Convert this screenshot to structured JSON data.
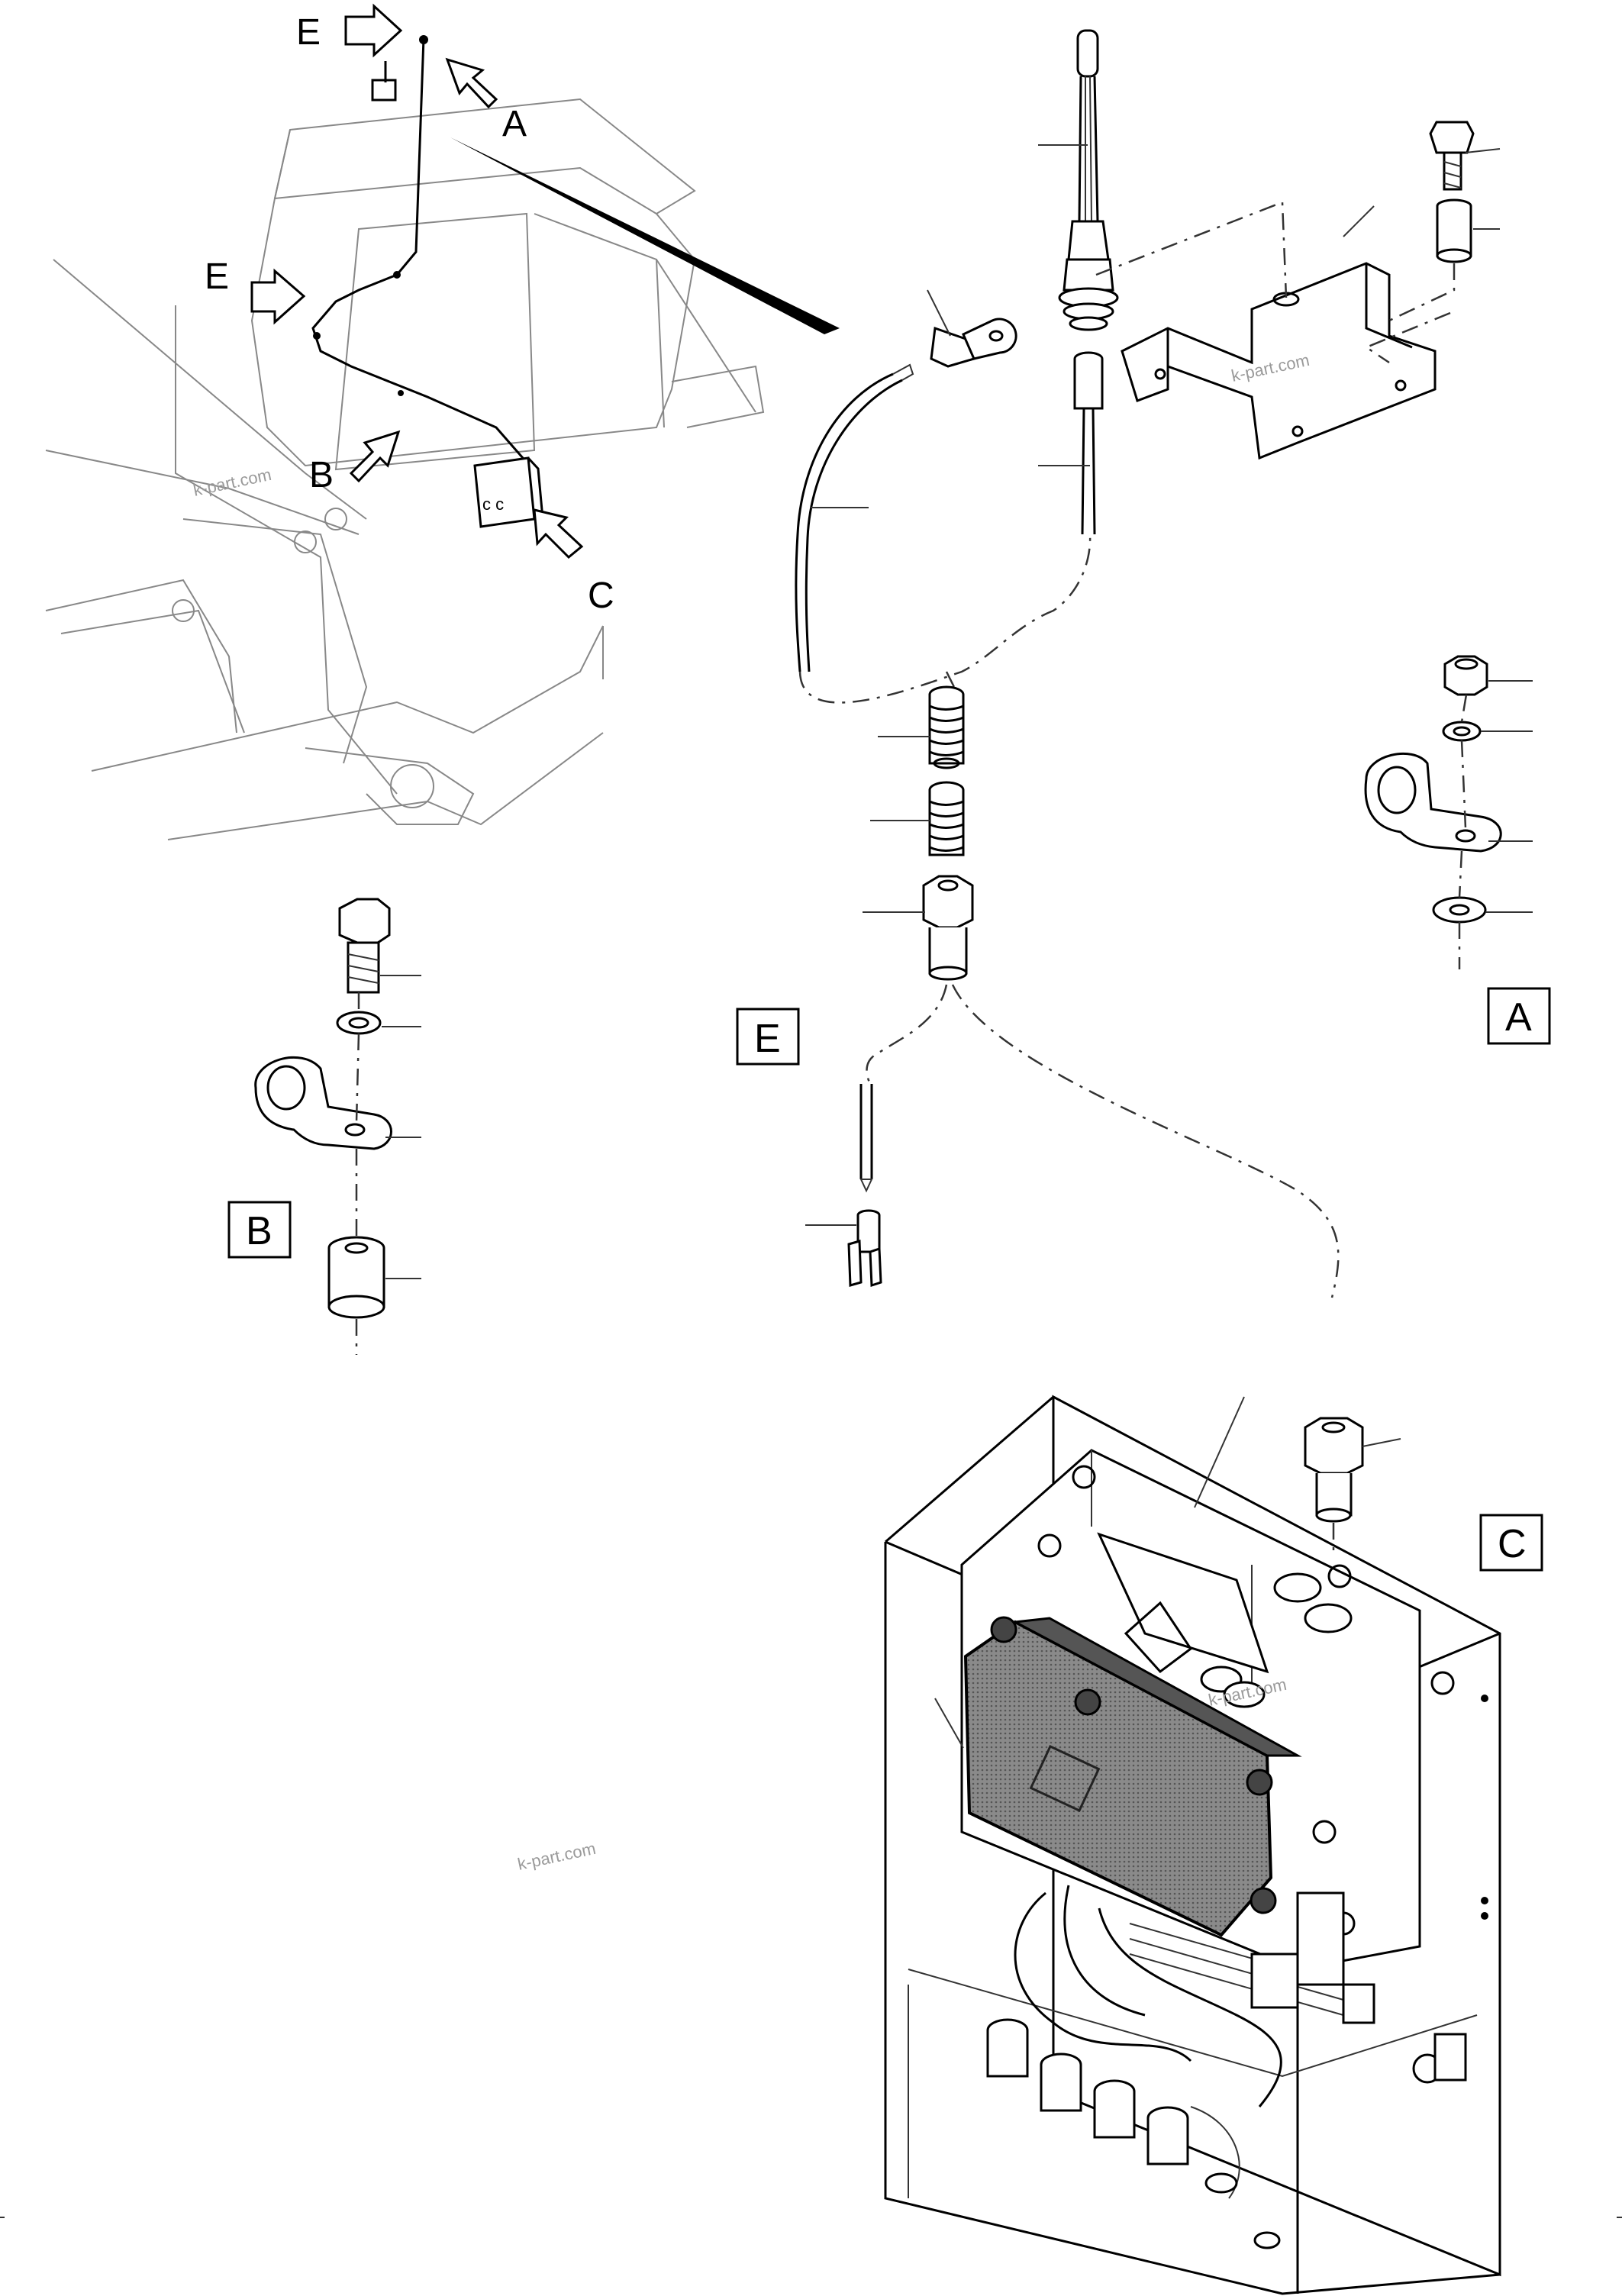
{
  "callouts": {
    "e_top": "E",
    "a": "A",
    "e_mid": "E",
    "b": "B",
    "c": "C"
  },
  "detail_boxes": {
    "a": "A",
    "b": "B",
    "c": "C",
    "e": "E"
  },
  "watermarks": [
    "k-part.com",
    "k-part.com",
    "k-part.com",
    "k-part.com"
  ],
  "colors": {
    "line": "#000000",
    "ecu_fill": "#6f6f6f",
    "background": "#ffffff"
  }
}
